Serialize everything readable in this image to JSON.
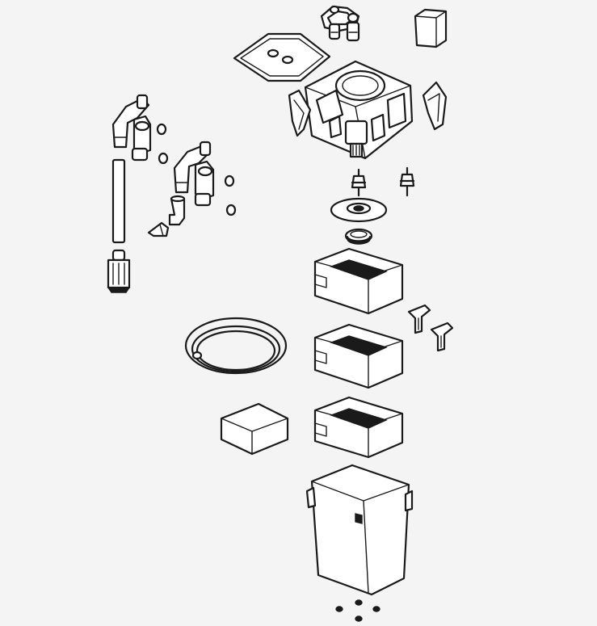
{
  "diagram": {
    "kind": "exploded-view",
    "background_color": "#f4f4f4",
    "line_color": "#1a1a1a",
    "part_names": [
      "valve-assembly",
      "valve-cap",
      "lid-gasket",
      "pump-head",
      "side-clip-left",
      "side-clip-right",
      "inlet-pipe-holder",
      "outlet-pipe-holder",
      "suction-cup",
      "intake-tube",
      "intake-strainer",
      "spray-nozzle",
      "elbow-connector",
      "impeller-shaft-left",
      "impeller-shaft-right",
      "impeller-cover",
      "seal-ring",
      "media-basket-top",
      "media-basket-middle",
      "media-basket-bottom",
      "basket-handle-left",
      "basket-handle-right",
      "hose-coil",
      "filter-sponge",
      "canister",
      "canister-feet"
    ]
  }
}
